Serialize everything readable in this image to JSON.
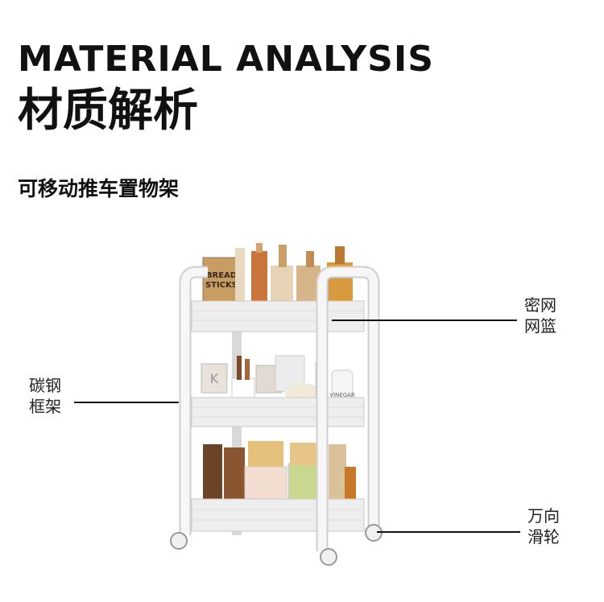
{
  "header": {
    "title_en": "MATERIAL ANALYSIS",
    "title_zh": "材质解析",
    "subtitle": "可移动推车置物架"
  },
  "callouts": {
    "frame": {
      "line1": "碳钢",
      "line2": "框架"
    },
    "basket": {
      "line1": "密网",
      "line2": "网篮"
    },
    "wheel": {
      "line1": "万向",
      "line2": "滑轮"
    }
  },
  "product": {
    "bread_label_1": "BREAD",
    "bread_label_2": "STICKS",
    "mug_letter": "K",
    "bottle_label": "VINEGAR"
  },
  "colors": {
    "frame": "#f4f4f4",
    "frame_edge": "#cfcfcf",
    "text": "#111111"
  }
}
